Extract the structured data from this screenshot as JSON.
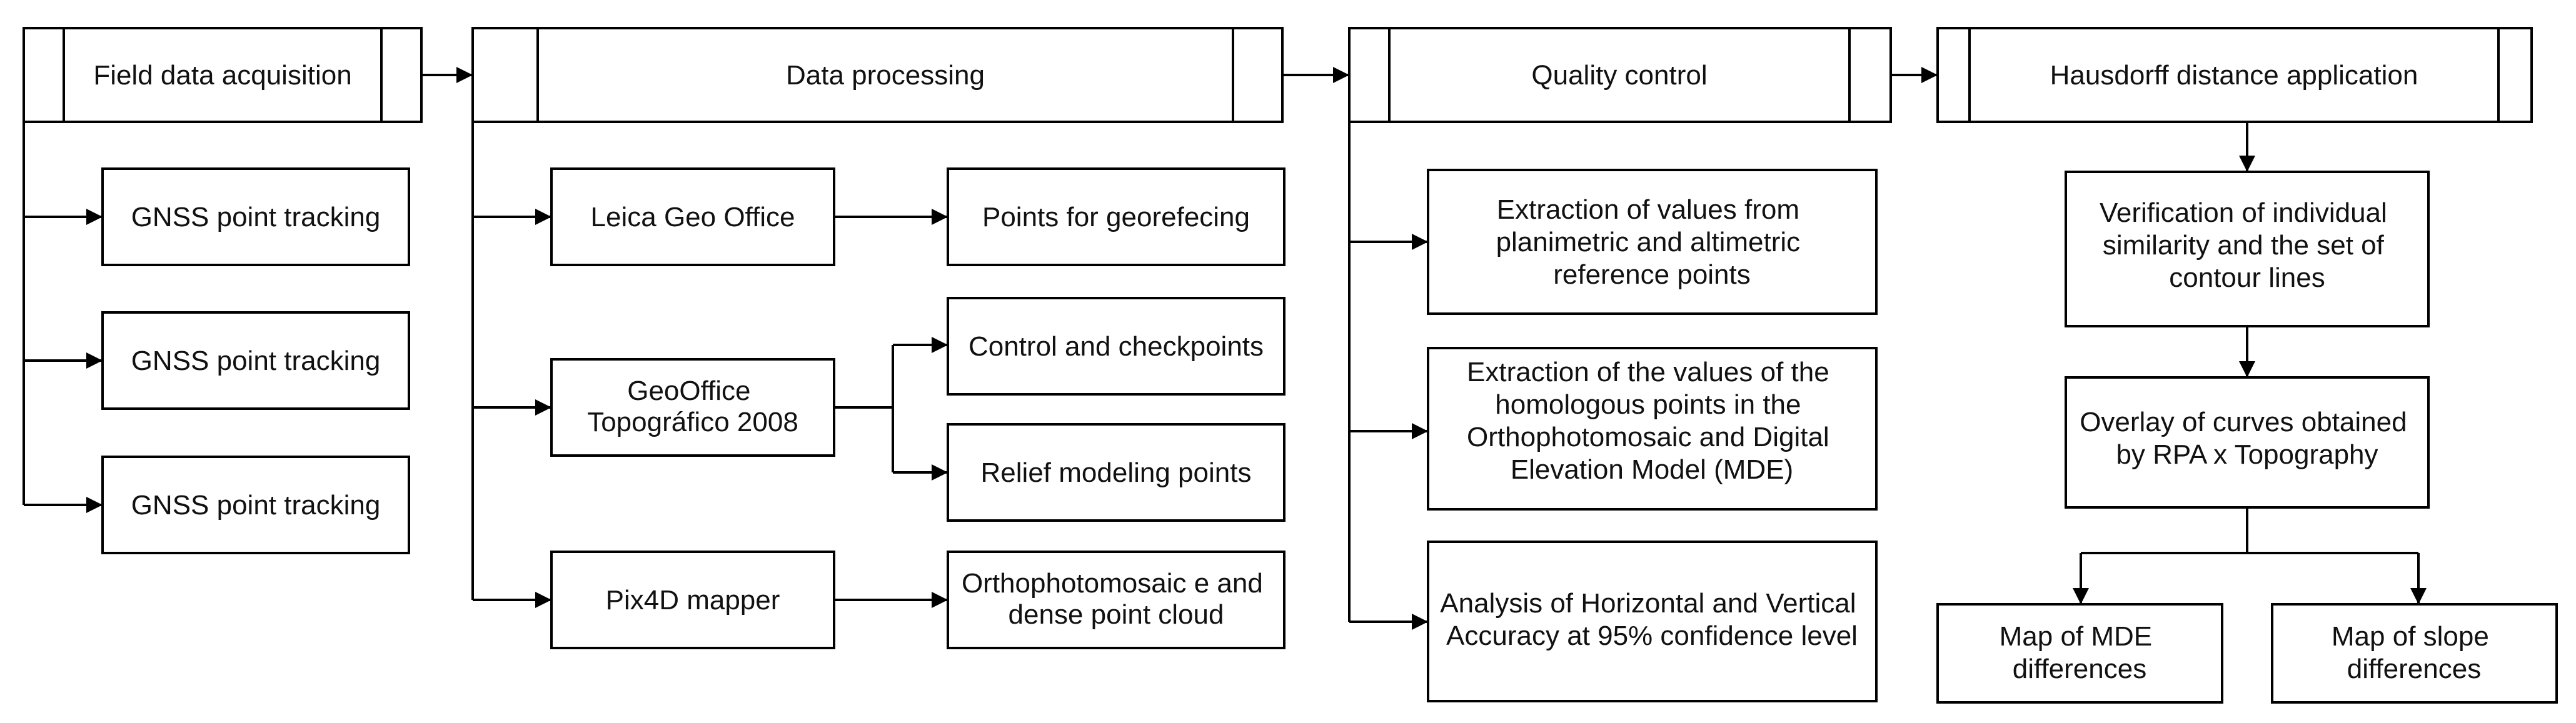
{
  "colors": {
    "stroke": "#000000",
    "fill": "#ffffff",
    "text": "#111111"
  },
  "headers": {
    "field": "Field data acquisition",
    "processing": "Data processing",
    "quality": "Quality control",
    "hausdorff": "Hausdorff distance application"
  },
  "field": {
    "gnss_1": "GNSS point tracking",
    "gnss_2": "GNSS point tracking",
    "gnss_3": "GNSS point tracking"
  },
  "processing": {
    "leica": "Leica Geo Office",
    "georef": "Points for georefecing",
    "geooffice": [
      "GeoOffice",
      "Topográfico 2008"
    ],
    "control": "Control and checkpoints",
    "relief": "Relief modeling points",
    "pix4d": "Pix4D mapper",
    "ortho": [
      "Orthophotomosaic e and",
      "dense point cloud"
    ]
  },
  "quality": {
    "extraction_ref": [
      "Extraction of values from",
      "planimetric and altimetric",
      "reference points"
    ],
    "extraction_homologous": [
      "Extraction of the values of the",
      "homologous points in the",
      "Orthophotomosaic and Digital",
      "Elevation Model (MDE)"
    ],
    "accuracy": [
      "Analysis of Horizontal and Vertical",
      "Accuracy at 95% confidence level"
    ]
  },
  "hausdorff": {
    "verification": [
      "Verification of individual",
      "similarity and the set of",
      "contour lines"
    ],
    "overlay": [
      "Overlay of curves obtained",
      "by RPA x Topography"
    ],
    "map_mde": [
      "Map of MDE",
      "differences"
    ],
    "map_slope": [
      "Map of slope",
      "differences"
    ]
  }
}
